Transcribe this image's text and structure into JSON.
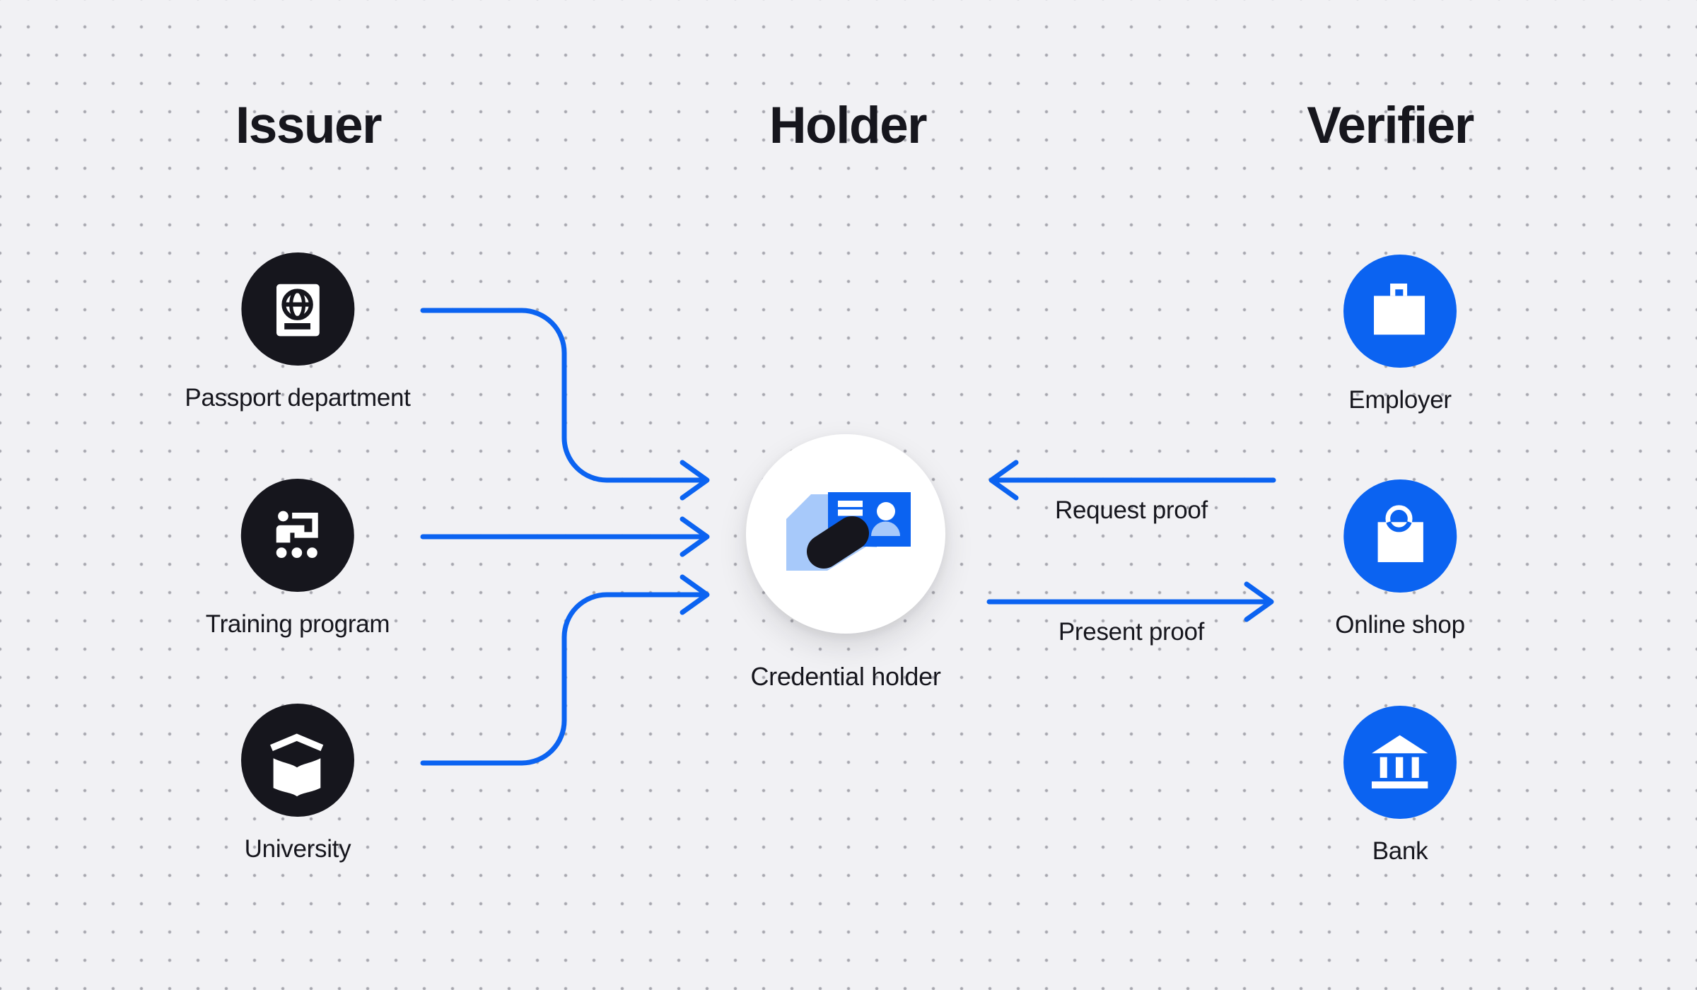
{
  "diagram": {
    "columns": [
      {
        "id": "issuer",
        "label": "Issuer"
      },
      {
        "id": "holder",
        "label": "Holder"
      },
      {
        "id": "verifier",
        "label": "Verifier"
      }
    ],
    "issuers": [
      {
        "label": "Passport department",
        "icon": "passport-icon"
      },
      {
        "label": "Training program",
        "icon": "training-presentation-icon"
      },
      {
        "label": "University",
        "icon": "graduation-book-icon"
      }
    ],
    "holder": {
      "label": "Credential holder",
      "icon": "id-card-in-hand-icon"
    },
    "verifiers": [
      {
        "label": "Employer",
        "icon": "briefcase-icon"
      },
      {
        "label": "Online shop",
        "icon": "shopping-bag-icon"
      },
      {
        "label": "Bank",
        "icon": "bank-icon"
      }
    ],
    "flows": [
      {
        "label": "Request proof",
        "direction": "verifier-to-holder"
      },
      {
        "label": "Present proof",
        "direction": "holder-to-verifier"
      }
    ],
    "colors": {
      "accent_blue": "#0b63f1",
      "light_blue": "#a7c9fa",
      "node_black": "#16161d",
      "background": "#f1f1f4",
      "dot": "#a6a6ae",
      "text": "#16161d"
    }
  }
}
